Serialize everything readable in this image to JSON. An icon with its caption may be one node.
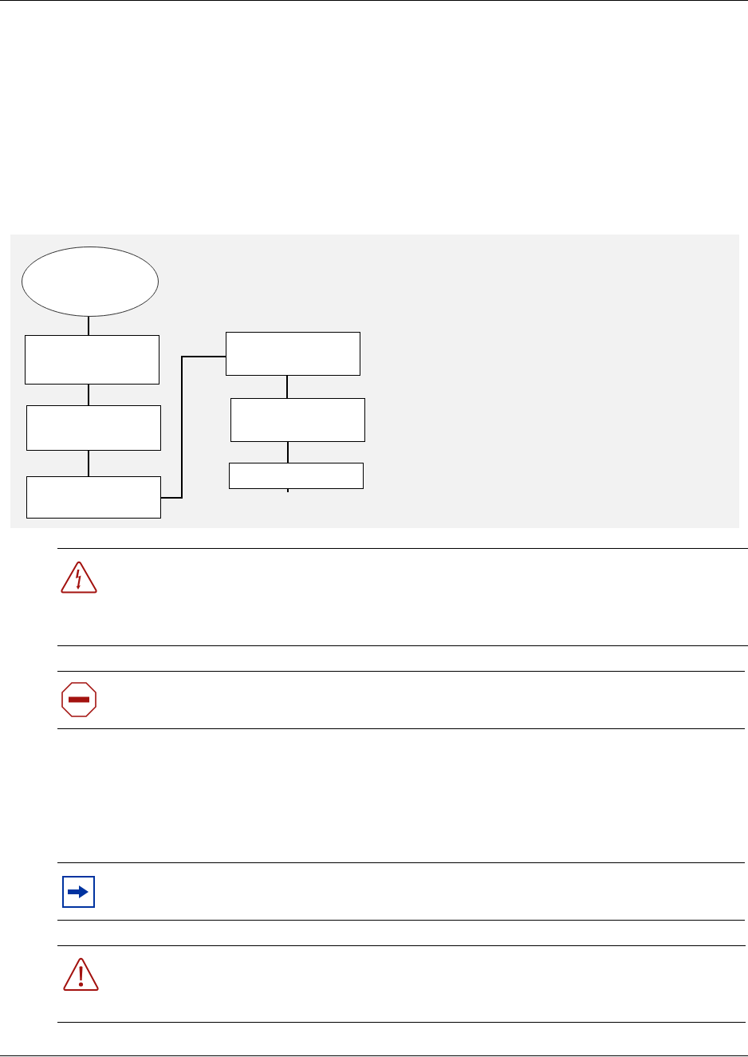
{
  "diagram": {
    "nodes": [
      {
        "text": [],
        "shape": "ellipse"
      },
      {
        "text": [],
        "shape": "box"
      },
      {
        "text": [],
        "shape": "box"
      },
      {
        "text": [],
        "shape": "box"
      },
      {
        "text": [],
        "shape": "box"
      },
      {
        "text": [],
        "shape": "box"
      },
      {
        "text": [],
        "shape": "box"
      }
    ],
    "edges": [
      {
        "from": 0,
        "to": 1,
        "arrow": "none"
      },
      {
        "from": 1,
        "to": 2,
        "arrow": "none"
      },
      {
        "from": 2,
        "to": 3,
        "arrow": "none"
      },
      {
        "from": 3,
        "to": 4,
        "arrow": "none"
      },
      {
        "from": 4,
        "to": 5,
        "arrow": "none"
      },
      {
        "from": 5,
        "to": 6,
        "arrow": "none"
      },
      {
        "from": 6,
        "to": null,
        "arrow": "none"
      }
    ]
  }
}
